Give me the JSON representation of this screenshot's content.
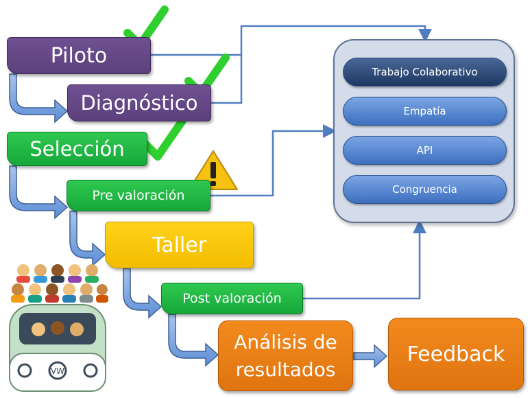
{
  "steps": {
    "piloto": "Piloto",
    "diagnostico": "Diagnóstico",
    "seleccion": "Selección",
    "pre_valoracion": "Pre valoración",
    "taller": "Taller",
    "post_valoracion": "Post valoración",
    "analisis_line1": "Análisis de",
    "analisis_line2": "resultados",
    "feedback": "Feedback"
  },
  "panel": {
    "items": [
      "Trabajo Colaborativo",
      "Empatía",
      "API",
      "Congruencia"
    ]
  },
  "status": {
    "piloto": "check",
    "diagnostico": "check",
    "seleccion": "check",
    "pre_valoracion": "warning"
  },
  "icons": [
    "check-icon",
    "warning-icon",
    "flow-arrow-icon",
    "van-icon",
    "people-icon"
  ],
  "colors": {
    "purple": "#5c3f7c",
    "green": "#17a83a",
    "yellow": "#f2bd00",
    "orange": "#e07410",
    "connector": "#4f7ec0",
    "check": "#2fcf2f",
    "panel_border": "#5d7396"
  }
}
